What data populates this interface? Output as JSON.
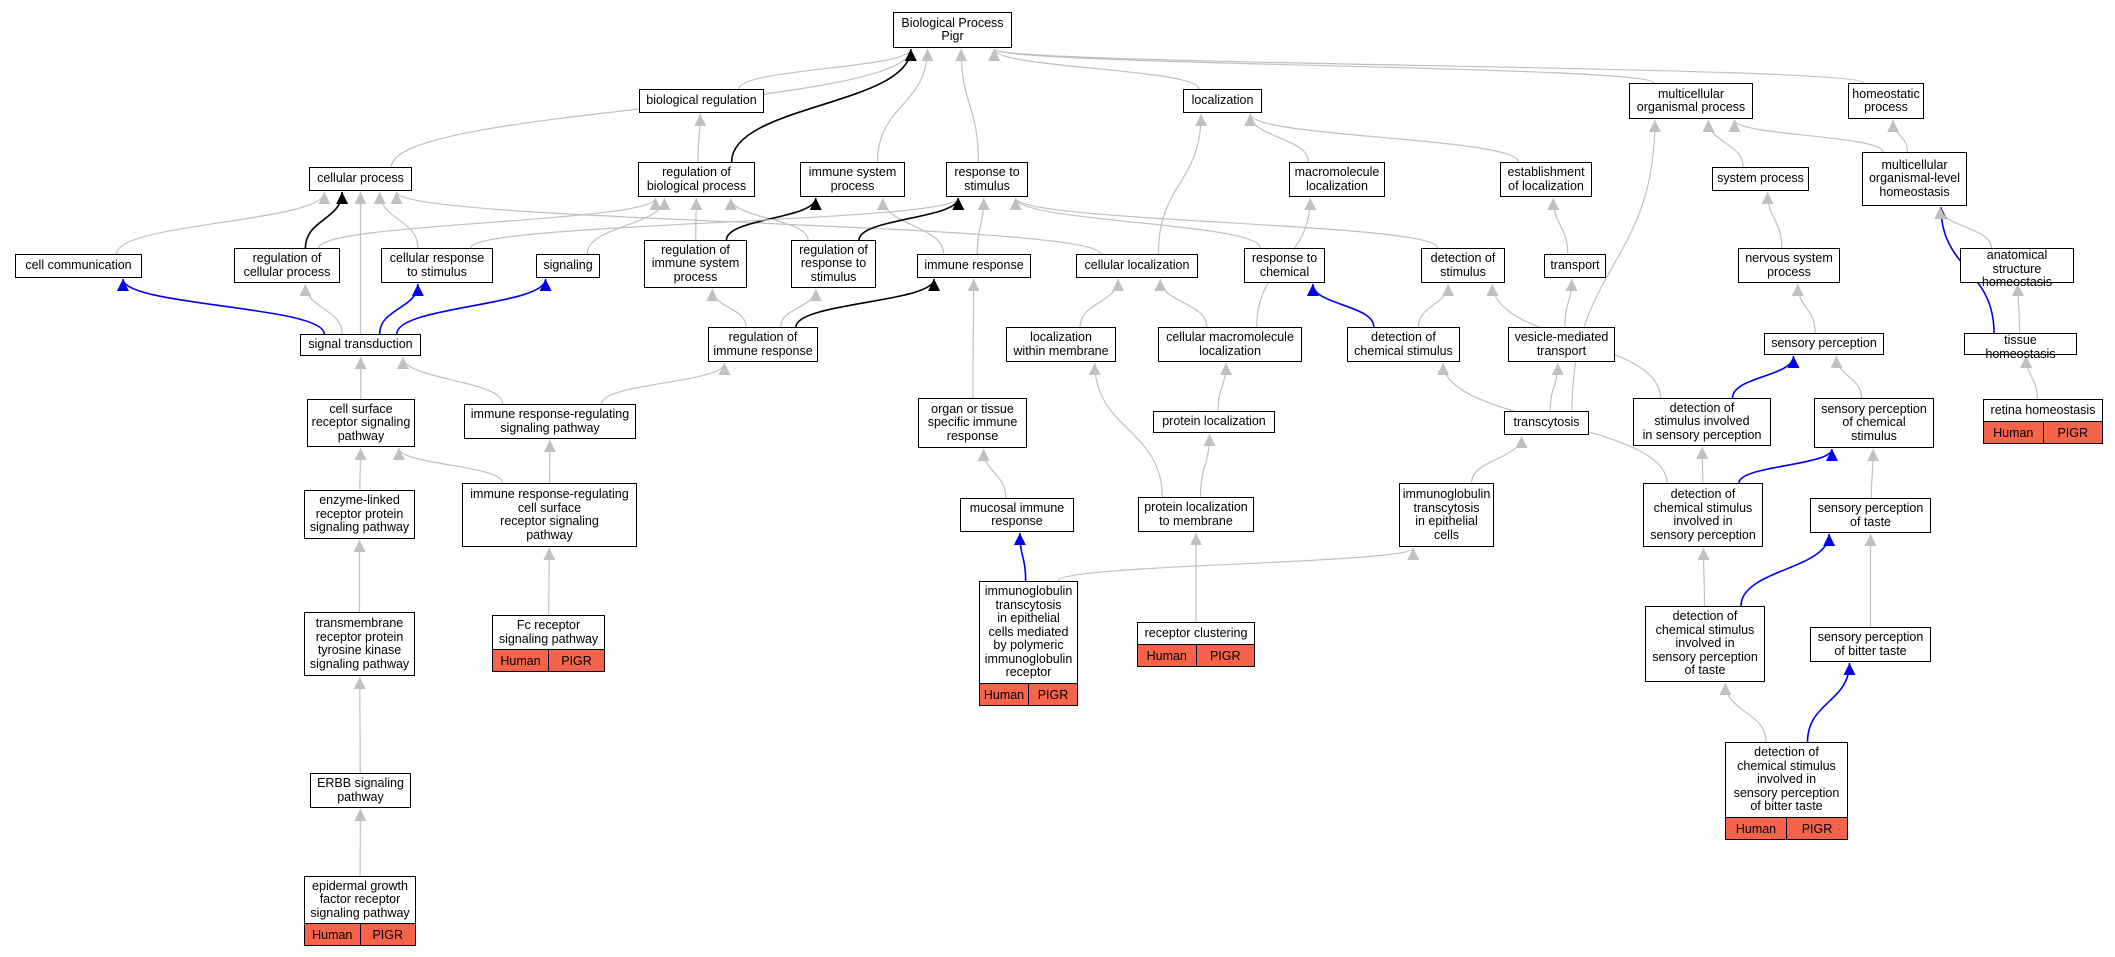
{
  "colors": {
    "gray": "#c0c0c0",
    "black": "#000000",
    "blue": "#0000ee",
    "annotation": "#f4634a"
  },
  "nodes": [
    {
      "id": "bp",
      "label": "Biological Process\nPigr"
    },
    {
      "id": "bioreg",
      "label": "biological regulation"
    },
    {
      "id": "loc",
      "label": "localization"
    },
    {
      "id": "multi",
      "label": "multicellular\norganismal process"
    },
    {
      "id": "homeo",
      "label": "homeostatic\nprocess"
    },
    {
      "id": "cellproc",
      "label": "cellular process"
    },
    {
      "id": "regbp",
      "label": "regulation of\nbiological process"
    },
    {
      "id": "imsys",
      "label": "immune system\nprocess"
    },
    {
      "id": "resp",
      "label": "response to\nstimulus"
    },
    {
      "id": "macroloc",
      "label": "macromolecule\nlocalization"
    },
    {
      "id": "estloc",
      "label": "establishment\nof localization"
    },
    {
      "id": "sysproc",
      "label": "system process"
    },
    {
      "id": "mlhomeo",
      "label": "multicellular\norganismal-level\nhomeostasis"
    },
    {
      "id": "cellcomm",
      "label": "cell communication"
    },
    {
      "id": "regcp",
      "label": "regulation of\ncellular process"
    },
    {
      "id": "cellresp",
      "label": "cellular response\nto stimulus"
    },
    {
      "id": "signaling",
      "label": "signaling"
    },
    {
      "id": "regims",
      "label": "regulation of\nimmune system\nprocess"
    },
    {
      "id": "regresp",
      "label": "regulation of\nresponse to\nstimulus"
    },
    {
      "id": "imresp",
      "label": "immune response"
    },
    {
      "id": "cellloc",
      "label": "cellular localization"
    },
    {
      "id": "respchem",
      "label": "response to\nchemical"
    },
    {
      "id": "detstim",
      "label": "detection of\nstimulus"
    },
    {
      "id": "transport",
      "label": "transport"
    },
    {
      "id": "nervsys",
      "label": "nervous system\nprocess"
    },
    {
      "id": "anathomeo",
      "label": "anatomical structure\nhomeostasis"
    },
    {
      "id": "sigtrans",
      "label": "signal transduction"
    },
    {
      "id": "regimresp",
      "label": "regulation of\nimmune response"
    },
    {
      "id": "locmem",
      "label": "localization\nwithin membrane"
    },
    {
      "id": "cmacroloc",
      "label": "cellular macromolecule\nlocalization"
    },
    {
      "id": "detchem",
      "label": "detection of\nchemical stimulus"
    },
    {
      "id": "vesicle",
      "label": "vesicle-mediated\ntransport"
    },
    {
      "id": "sensperc",
      "label": "sensory perception"
    },
    {
      "id": "tissuehomeo",
      "label": "tissue homeostasis"
    },
    {
      "id": "csrsp",
      "label": "cell surface\nreceptor signaling\npathway"
    },
    {
      "id": "irrsp",
      "label": "immune response-regulating\nsignaling pathway"
    },
    {
      "id": "organimm",
      "label": "organ or tissue\nspecific immune\nresponse"
    },
    {
      "id": "protloc",
      "label": "protein localization"
    },
    {
      "id": "transcyt",
      "label": "transcytosis"
    },
    {
      "id": "detsens",
      "label": "detection of\nstimulus involved\nin sensory perception"
    },
    {
      "id": "senschem",
      "label": "sensory perception\nof chemical\nstimulus"
    },
    {
      "id": "retina",
      "label": "retina homeostasis",
      "anno": [
        "Human",
        "PIGR"
      ]
    },
    {
      "id": "elrpsp",
      "label": "enzyme-linked\nreceptor protein\nsignaling pathway"
    },
    {
      "id": "irrcsrsp",
      "label": "immune response-regulating\ncell surface\nreceptor signaling\npathway"
    },
    {
      "id": "mucosal",
      "label": "mucosal immune\nresponse"
    },
    {
      "id": "protlocmem",
      "label": "protein localization\nto membrane"
    },
    {
      "id": "igtrans",
      "label": "immunoglobulin\ntranscytosis\nin epithelial\ncells"
    },
    {
      "id": "detchemsens",
      "label": "detection of\nchemical stimulus\ninvolved in\nsensory perception"
    },
    {
      "id": "senstaste",
      "label": "sensory perception\nof taste"
    },
    {
      "id": "tmrptk",
      "label": "transmembrane\nreceptor protein\ntyrosine kinase\nsignaling pathway"
    },
    {
      "id": "fcr",
      "label": "Fc receptor\nsignaling pathway",
      "anno": [
        "Human",
        "PIGR"
      ]
    },
    {
      "id": "igpoly",
      "label": "immunoglobulin\ntranscytosis\nin epithelial\ncells mediated\nby polymeric\nimmunoglobulin\nreceptor",
      "anno": [
        "Human",
        "PIGR"
      ]
    },
    {
      "id": "recclust",
      "label": "receptor clustering",
      "anno": [
        "Human",
        "PIGR"
      ]
    },
    {
      "id": "dettaste",
      "label": "detection of\nchemical stimulus\ninvolved in\nsensory perception\nof taste"
    },
    {
      "id": "sensbitter",
      "label": "sensory perception\nof bitter taste"
    },
    {
      "id": "erbb",
      "label": "ERBB signaling\npathway"
    },
    {
      "id": "detbitter",
      "label": "detection of\nchemical stimulus\ninvolved in\nsensory perception\nof bitter taste",
      "anno": [
        "Human",
        "PIGR"
      ]
    },
    {
      "id": "egfr",
      "label": "epidermal growth\nfactor receptor\nsignaling pathway",
      "anno": [
        "Human",
        "PIGR"
      ]
    }
  ],
  "edges": [
    {
      "from": "bioreg",
      "to": "bp",
      "color": "gray"
    },
    {
      "from": "loc",
      "to": "bp",
      "color": "gray"
    },
    {
      "from": "multi",
      "to": "bp",
      "color": "gray"
    },
    {
      "from": "homeo",
      "to": "bp",
      "color": "gray"
    },
    {
      "from": "cellproc",
      "to": "bp",
      "color": "gray"
    },
    {
      "from": "regbp",
      "to": "bp",
      "color": "black"
    },
    {
      "from": "imsys",
      "to": "bp",
      "color": "gray"
    },
    {
      "from": "resp",
      "to": "bp",
      "color": "gray"
    },
    {
      "from": "regbp",
      "to": "bioreg",
      "color": "gray"
    },
    {
      "from": "macroloc",
      "to": "loc",
      "color": "gray"
    },
    {
      "from": "estloc",
      "to": "loc",
      "color": "gray"
    },
    {
      "from": "cellloc",
      "to": "loc",
      "color": "gray"
    },
    {
      "from": "sysproc",
      "to": "multi",
      "color": "gray"
    },
    {
      "from": "mlhomeo",
      "to": "multi",
      "color": "gray"
    },
    {
      "from": "transcyt",
      "to": "multi",
      "color": "gray"
    },
    {
      "from": "mlhomeo",
      "to": "homeo",
      "color": "gray"
    },
    {
      "from": "cellcomm",
      "to": "cellproc",
      "color": "gray"
    },
    {
      "from": "regcp",
      "to": "cellproc",
      "color": "black"
    },
    {
      "from": "cellresp",
      "to": "cellproc",
      "color": "gray"
    },
    {
      "from": "sigtrans",
      "to": "cellproc",
      "color": "gray"
    },
    {
      "from": "cellloc",
      "to": "cellproc",
      "color": "gray"
    },
    {
      "from": "regcp",
      "to": "regbp",
      "color": "gray"
    },
    {
      "from": "signaling",
      "to": "regbp",
      "color": "gray"
    },
    {
      "from": "regims",
      "to": "regbp",
      "color": "gray"
    },
    {
      "from": "regresp",
      "to": "regbp",
      "color": "gray"
    },
    {
      "from": "regims",
      "to": "imsys",
      "color": "black"
    },
    {
      "from": "imresp",
      "to": "imsys",
      "color": "gray"
    },
    {
      "from": "cellresp",
      "to": "resp",
      "color": "gray"
    },
    {
      "from": "regresp",
      "to": "resp",
      "color": "black"
    },
    {
      "from": "imresp",
      "to": "resp",
      "color": "gray"
    },
    {
      "from": "respchem",
      "to": "resp",
      "color": "gray"
    },
    {
      "from": "detstim",
      "to": "resp",
      "color": "gray"
    },
    {
      "from": "cmacroloc",
      "to": "macroloc",
      "color": "gray"
    },
    {
      "from": "transport",
      "to": "estloc",
      "color": "gray"
    },
    {
      "from": "nervsys",
      "to": "sysproc",
      "color": "gray"
    },
    {
      "from": "tissuehomeo",
      "to": "mlhomeo",
      "color": "blue"
    },
    {
      "from": "anathomeo",
      "to": "mlhomeo",
      "color": "gray"
    },
    {
      "from": "sigtrans",
      "to": "cellcomm",
      "color": "blue"
    },
    {
      "from": "sigtrans",
      "to": "regcp",
      "color": "gray"
    },
    {
      "from": "sigtrans",
      "to": "cellresp",
      "color": "blue"
    },
    {
      "from": "sigtrans",
      "to": "signaling",
      "color": "blue"
    },
    {
      "from": "regimresp",
      "to": "regims",
      "color": "gray"
    },
    {
      "from": "regimresp",
      "to": "regresp",
      "color": "gray"
    },
    {
      "from": "regimresp",
      "to": "imresp",
      "color": "black"
    },
    {
      "from": "locmem",
      "to": "cellloc",
      "color": "gray"
    },
    {
      "from": "cmacroloc",
      "to": "cellloc",
      "color": "gray"
    },
    {
      "from": "detchem",
      "to": "respchem",
      "color": "blue"
    },
    {
      "from": "detchem",
      "to": "detstim",
      "color": "gray"
    },
    {
      "from": "detsens",
      "to": "detstim",
      "color": "gray"
    },
    {
      "from": "vesicle",
      "to": "transport",
      "color": "gray"
    },
    {
      "from": "sensperc",
      "to": "nervsys",
      "color": "gray"
    },
    {
      "from": "tissuehomeo",
      "to": "anathomeo",
      "color": "gray"
    },
    {
      "from": "csrsp",
      "to": "sigtrans",
      "color": "gray"
    },
    {
      "from": "irrsp",
      "to": "sigtrans",
      "color": "gray"
    },
    {
      "from": "irrsp",
      "to": "regimresp",
      "color": "gray"
    },
    {
      "from": "organimm",
      "to": "imresp",
      "color": "gray"
    },
    {
      "from": "protlocmem",
      "to": "locmem",
      "color": "gray"
    },
    {
      "from": "protloc",
      "to": "cmacroloc",
      "color": "gray"
    },
    {
      "from": "detchemsens",
      "to": "detchem",
      "color": "gray"
    },
    {
      "from": "transcyt",
      "to": "vesicle",
      "color": "gray"
    },
    {
      "from": "detsens",
      "to": "sensperc",
      "color": "blue"
    },
    {
      "from": "senschem",
      "to": "sensperc",
      "color": "gray"
    },
    {
      "from": "retina",
      "to": "tissuehomeo",
      "color": "gray"
    },
    {
      "from": "elrpsp",
      "to": "csrsp",
      "color": "gray"
    },
    {
      "from": "irrcsrsp",
      "to": "csrsp",
      "color": "gray"
    },
    {
      "from": "irrcsrsp",
      "to": "irrsp",
      "color": "gray"
    },
    {
      "from": "mucosal",
      "to": "organimm",
      "color": "gray"
    },
    {
      "from": "protlocmem",
      "to": "protloc",
      "color": "gray"
    },
    {
      "from": "igtrans",
      "to": "transcyt",
      "color": "gray"
    },
    {
      "from": "detchemsens",
      "to": "detsens",
      "color": "gray"
    },
    {
      "from": "detchemsens",
      "to": "senschem",
      "color": "blue"
    },
    {
      "from": "senstaste",
      "to": "senschem",
      "color": "gray"
    },
    {
      "from": "tmrptk",
      "to": "elrpsp",
      "color": "gray"
    },
    {
      "from": "fcr",
      "to": "irrcsrsp",
      "color": "gray"
    },
    {
      "from": "igpoly",
      "to": "mucosal",
      "color": "blue"
    },
    {
      "from": "igpoly",
      "to": "igtrans",
      "color": "gray"
    },
    {
      "from": "recclust",
      "to": "protlocmem",
      "color": "gray"
    },
    {
      "from": "dettaste",
      "to": "detchemsens",
      "color": "gray"
    },
    {
      "from": "dettaste",
      "to": "senstaste",
      "color": "blue"
    },
    {
      "from": "sensbitter",
      "to": "senstaste",
      "color": "gray"
    },
    {
      "from": "erbb",
      "to": "tmrptk",
      "color": "gray"
    },
    {
      "from": "detbitter",
      "to": "dettaste",
      "color": "gray"
    },
    {
      "from": "detbitter",
      "to": "sensbitter",
      "color": "blue"
    },
    {
      "from": "egfr",
      "to": "erbb",
      "color": "gray"
    }
  ]
}
